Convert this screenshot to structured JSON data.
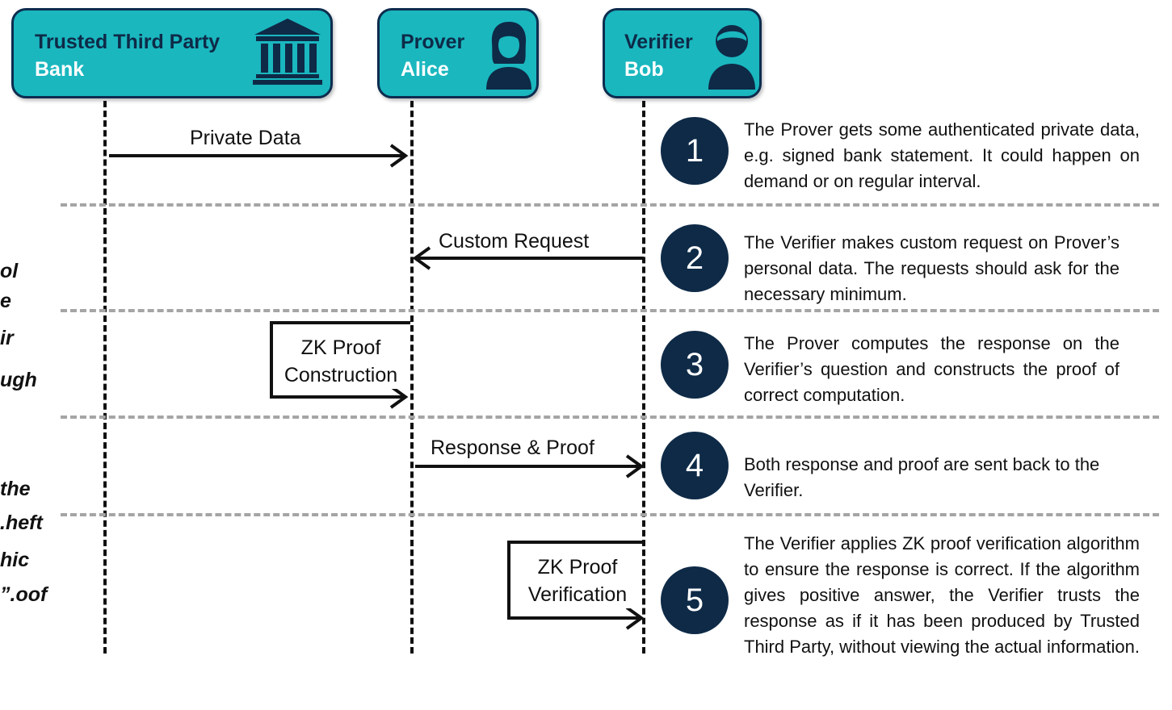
{
  "actors": [
    {
      "name": "Trusted Third Party",
      "role": "Bank",
      "icon": "bank-icon"
    },
    {
      "name": "Prover",
      "role": "Alice",
      "icon": "woman-user-icon"
    },
    {
      "name": "Verifier",
      "role": "Bob",
      "icon": "man-user-icon"
    }
  ],
  "messages": {
    "private_data": "Private Data",
    "custom_request": "Custom Request",
    "zk_construction_line1": "ZK Proof",
    "zk_construction_line2": "Construction",
    "response_proof": "Response & Proof",
    "zk_verification_line1": "ZK Proof",
    "zk_verification_line2": "Verification"
  },
  "steps": [
    {
      "number": "1",
      "text": "The Prover gets some authenticated private data, e.g. signed bank statement. It could happen on demand or on regular interval."
    },
    {
      "number": "2",
      "text": "The Verifier makes custom request on Prover’s personal data. The requests should ask for the necessary minimum."
    },
    {
      "number": "3",
      "text": "The Prover computes the response on the Verifier’s question and constructs the proof of correct computation."
    },
    {
      "number": "4",
      "text": "Both response and proof are sent back to the Verifier."
    },
    {
      "number": "5",
      "text": "The Verifier applies ZK proof verification algorithm to ensure the response is correct. If the algorithm gives positive answer, the Verifier trusts the response as if it has been produced by Trusted Third Party, without viewing the actual information."
    }
  ],
  "side_quote_fragments": [
    "ol",
    "e",
    "ir",
    "ugh",
    "",
    "the",
    "heft.",
    "hic",
    "oof.”"
  ],
  "colors": {
    "actor_fill": "#1ab7bf",
    "actor_border": "#0d2d4f",
    "step_circle": "#0e2a47",
    "separator": "#a5a5a5"
  }
}
